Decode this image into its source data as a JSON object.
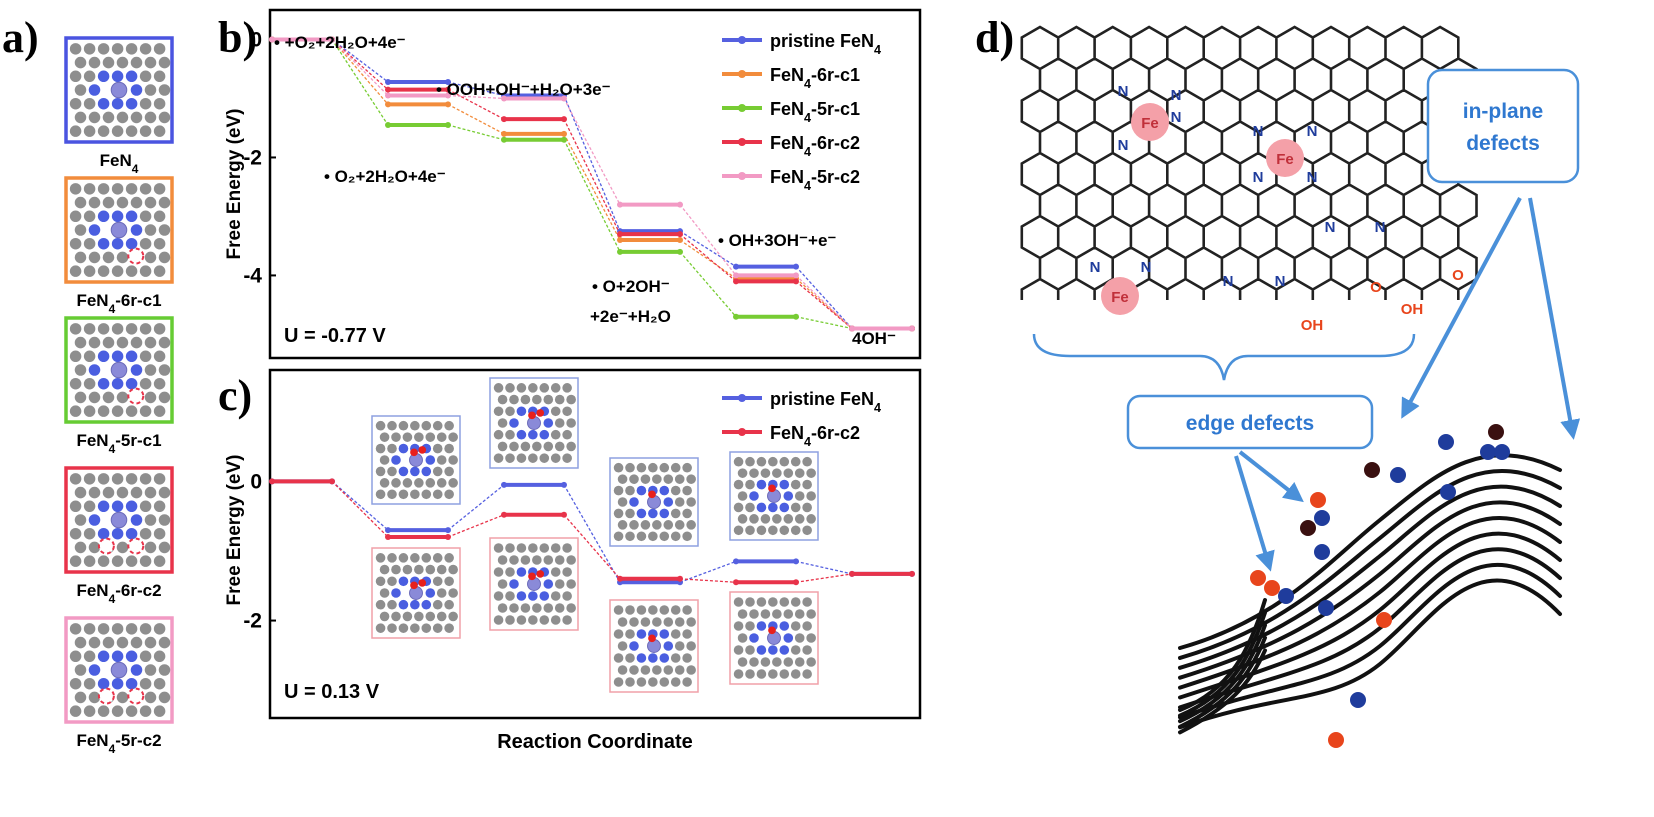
{
  "panels": {
    "a": "a)",
    "b": "b)",
    "c": "c)",
    "d": "d)"
  },
  "panel_a": {
    "structures": [
      {
        "label": "FeN",
        "sub": "4",
        "suffix": "",
        "color": "#4a54e0",
        "vacancies": 0
      },
      {
        "label": "FeN",
        "sub": "4",
        "suffix": "-6r-c1",
        "color": "#f28c3c",
        "vacancies": 1
      },
      {
        "label": "FeN",
        "sub": "4",
        "suffix": "-5r-c1",
        "color": "#66cc33",
        "vacancies": 1
      },
      {
        "label": "FeN",
        "sub": "4",
        "suffix": "-6r-c2",
        "color": "#e8334a",
        "vacancies": 2
      },
      {
        "label": "FeN",
        "sub": "4",
        "suffix": "-5r-c2",
        "color": "#f29ac4",
        "vacancies": 2
      }
    ]
  },
  "chart_data": [
    {
      "type": "line",
      "panel": "b",
      "ylabel": "Free Energy (eV)",
      "ylim": [
        -5.4,
        0.5
      ],
      "yticks": [
        0,
        -2,
        -4
      ],
      "potential_label": "U = -0.77 V",
      "annotations": [
        {
          "step": 0,
          "text": "• +O₂+2H₂O+4e⁻"
        },
        {
          "step": 1,
          "text": "• O₂+2H₂O+4e⁻"
        },
        {
          "step": 2,
          "text": "• OOH+OH⁻+H₂O+3e⁻"
        },
        {
          "step": 3,
          "text": "• O+2OH⁻"
        },
        {
          "step": 3,
          "text": "+2e⁻+H₂O"
        },
        {
          "step": 4,
          "text": "• OH+3OH⁻+e⁻"
        },
        {
          "step": 5,
          "text": "4OH⁻"
        }
      ],
      "series": [
        {
          "name": "pristine FeN4",
          "color": "#5560e0",
          "values": [
            0,
            -0.72,
            -0.95,
            -3.25,
            -3.85,
            -4.9
          ]
        },
        {
          "name": "FeN4-6r-c1",
          "color": "#f28c3c",
          "values": [
            0,
            -1.1,
            -1.6,
            -3.4,
            -4.05,
            -4.9
          ]
        },
        {
          "name": "FeN4-5r-c1",
          "color": "#77cc33",
          "values": [
            0,
            -1.45,
            -1.7,
            -3.6,
            -4.7,
            -4.9
          ]
        },
        {
          "name": "FeN4-6r-c2",
          "color": "#e8334a",
          "values": [
            0,
            -0.85,
            -1.35,
            -3.3,
            -4.1,
            -4.9
          ]
        },
        {
          "name": "FeN4-5r-c2",
          "color": "#f29ac4",
          "values": [
            0,
            -0.95,
            -1.0,
            -2.8,
            -4.0,
            -4.9
          ]
        }
      ]
    },
    {
      "type": "line",
      "panel": "c",
      "xlabel": "Reaction Coordinate",
      "ylabel": "Free Energy (eV)",
      "ylim": [
        -3.4,
        1.6
      ],
      "yticks": [
        0,
        -2
      ],
      "potential_label": "U = 0.13 V",
      "series": [
        {
          "name": "pristine FeN4",
          "color": "#5560e0",
          "values": [
            0,
            -0.7,
            -0.05,
            -1.45,
            -1.15,
            -1.33
          ]
        },
        {
          "name": "FeN4-6r-c2",
          "color": "#e8334a",
          "values": [
            0,
            -0.8,
            -0.48,
            -1.4,
            -1.45,
            -1.33
          ]
        }
      ]
    }
  ],
  "legend_b": [
    {
      "base": "pristine FeN",
      "sub": "4",
      "rest": ""
    },
    {
      "base": "FeN",
      "sub": "4",
      "rest": "-6r-c1"
    },
    {
      "base": "FeN",
      "sub": "4",
      "rest": "-5r-c1"
    },
    {
      "base": "FeN",
      "sub": "4",
      "rest": "-6r-c2"
    },
    {
      "base": "FeN",
      "sub": "4",
      "rest": "-5r-c2"
    }
  ],
  "legend_c": [
    {
      "base": "pristine FeN",
      "sub": "4",
      "rest": ""
    },
    {
      "base": "FeN",
      "sub": "4",
      "rest": "-6r-c2"
    }
  ],
  "panel_d": {
    "fe_label": "Fe",
    "n_label": "N",
    "o_label": "O",
    "oh_label": "OH",
    "callout_inplane_1": "in-plane",
    "callout_inplane_2": "defects",
    "callout_edge": "edge defects",
    "colors": {
      "fe": "#f4a0a8",
      "n": "#1f3c9c",
      "o": "#e8451c",
      "bond": "#222222",
      "callout": "#4a90d9"
    }
  }
}
